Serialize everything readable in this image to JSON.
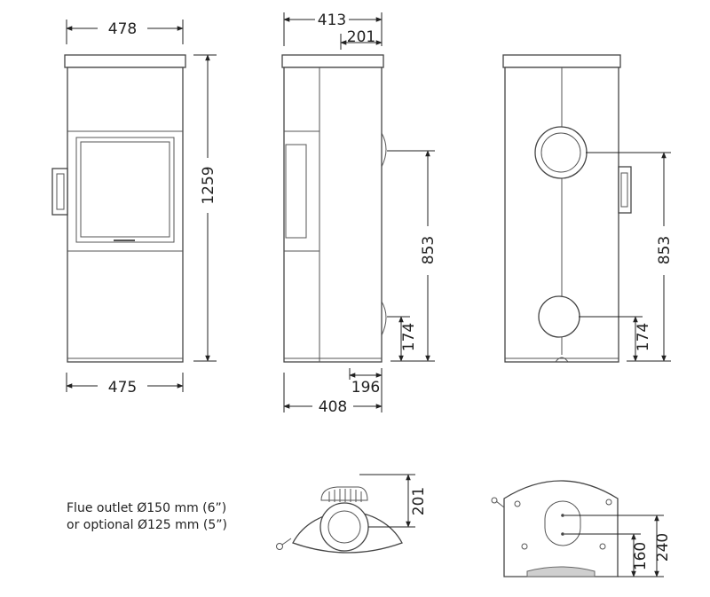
{
  "dimensions": {
    "front_top_width": "478",
    "front_bottom_width": "475",
    "front_height": "1259",
    "side_top_depth": "413",
    "side_top_flue_offset": "201",
    "side_bottom_depth": "408",
    "side_bottom_offset": "196",
    "side_rear_outlet_height": "853",
    "side_lower_outlet_height": "174",
    "back_rear_outlet_height": "853",
    "back_lower_outlet_height": "174",
    "top_flue_offset": "201",
    "bottom_outlet_height_a": "160",
    "bottom_outlet_height_b": "240"
  },
  "flue_note": {
    "line1": "Flue outlet Ø150 mm (6”)",
    "line2": "or optional Ø125 mm (5”)"
  },
  "colors": {
    "line": "#222222",
    "outline": "#444444",
    "background": "#ffffff"
  }
}
